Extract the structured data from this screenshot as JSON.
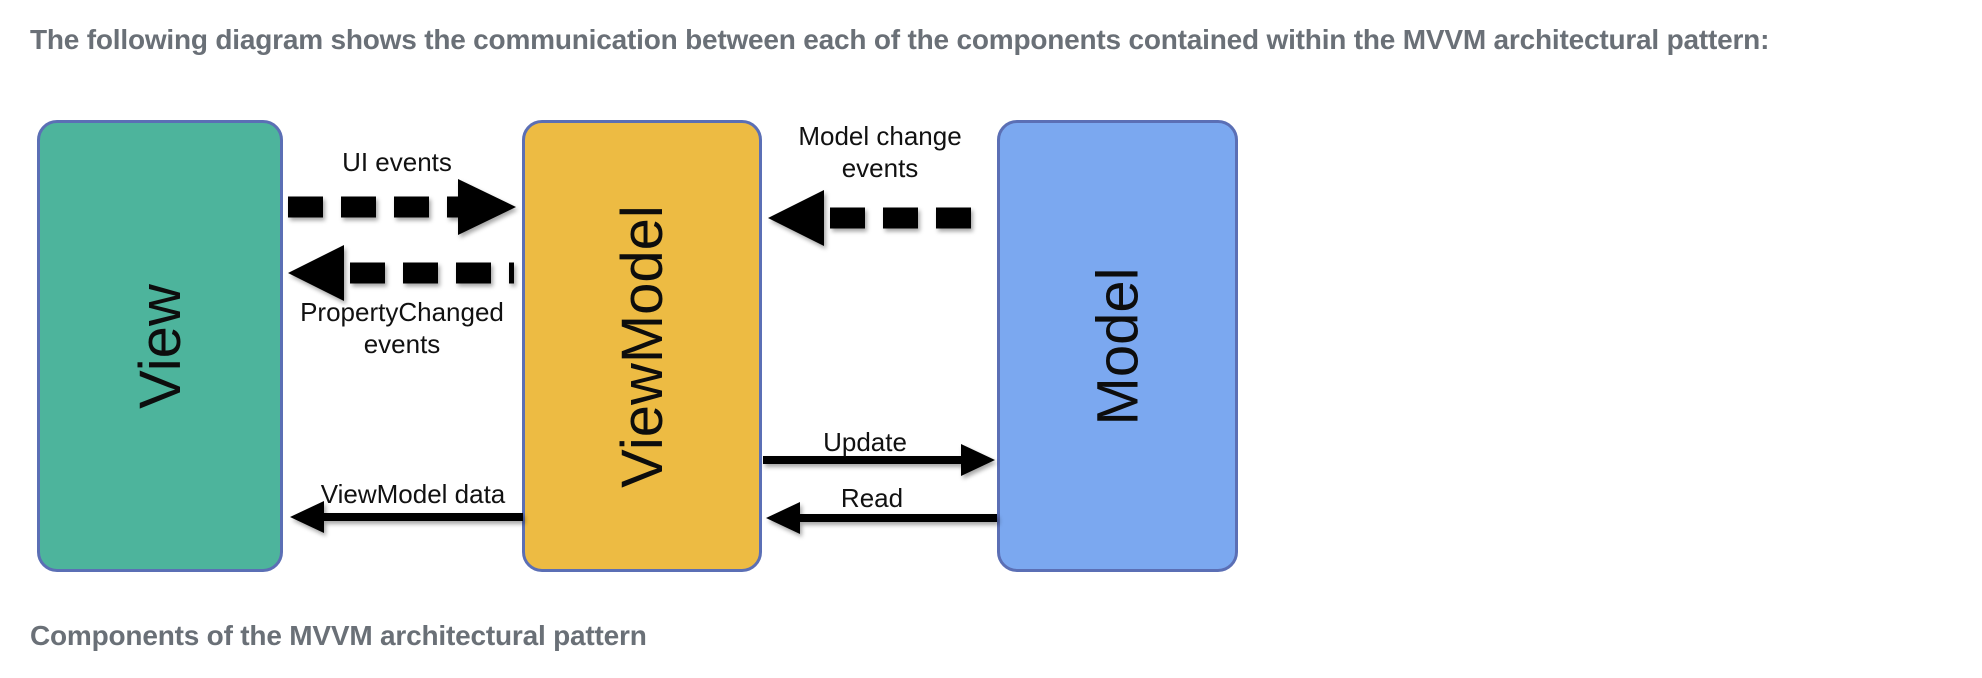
{
  "header": {
    "text": "The following diagram shows the communication between each of the components contained within the MVVM architectural pattern:"
  },
  "caption": {
    "text": "Components of the MVVM architectural pattern"
  },
  "diagram": {
    "boxes": [
      {
        "id": "view",
        "label": "View",
        "fill": "#4db49c",
        "border": "#5b6fb5"
      },
      {
        "id": "viewmodel",
        "label": "ViewModel",
        "fill": "#edbb43",
        "border": "#5b6fb5"
      },
      {
        "id": "model",
        "label": "Model",
        "fill": "#7ba8f0",
        "border": "#5b6fb5"
      }
    ],
    "arrows": [
      {
        "label": "UI events",
        "from": "View",
        "to": "ViewModel",
        "style": "dashed",
        "direction": "right"
      },
      {
        "label": "PropertyChanged events",
        "from": "ViewModel",
        "to": "View",
        "style": "dashed",
        "direction": "left"
      },
      {
        "label": "Model change events",
        "from": "Model",
        "to": "ViewModel",
        "style": "dashed",
        "direction": "left"
      },
      {
        "label": "Update",
        "from": "ViewModel",
        "to": "Model",
        "style": "solid",
        "direction": "right"
      },
      {
        "label": "Read",
        "from": "Model",
        "to": "ViewModel",
        "style": "solid",
        "direction": "left"
      },
      {
        "label": "ViewModel data",
        "from": "ViewModel",
        "to": "View",
        "style": "solid",
        "direction": "left"
      }
    ],
    "arrow_color": "#000000"
  },
  "colors": {
    "text_gray": "#6a7077",
    "background": "#ffffff",
    "diagram_label_black": "#111111"
  }
}
